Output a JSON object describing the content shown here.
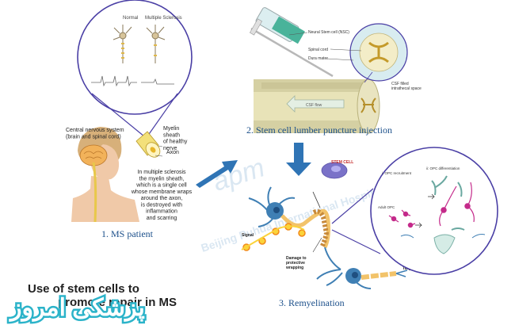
{
  "title": "Use of stem cells to promote repair in MS",
  "panel1": {
    "circle": {
      "normal_label": "Normal",
      "ms_label": "Multiple Sclerosis"
    },
    "cns_label": "Central nervous system\n(brain and spinal cord)",
    "myelin_label": "Myelin\nsheath\nof healthy\nnerve",
    "axon_label": "Axon",
    "description": "In multiple sclerosis\nthe myelin sheath,\nwhich is a single cell\nwhose membrane wraps\naround the axon,\nis destroyed with\ninflammation\nand scarring",
    "caption": "1. MS patient"
  },
  "panel2": {
    "nsc_label": "Neural Stem cell (NSC)",
    "spinal_cord_label": "Spinal cord",
    "dura_label": "Dura mater",
    "csf_label": "CSF filled\nintrathecal space",
    "csf_flow_label": "CSF flow",
    "caption": "2. Stem cell lumber puncture injection"
  },
  "panel3": {
    "stem_cell_label": "STEM CELL",
    "signal_label": "Signal",
    "damage_label": "Damage to\nprotective\nwrapping",
    "target_label": "Target",
    "opc_recruitment_label": "i: OPC recruitment",
    "opc_differentiation_label": "ii: OPC differentiation",
    "adult_opc_label": "Adult OPC",
    "caption": "3. Remyelination"
  },
  "watermark": {
    "logo": "apm",
    "text": "Beijing Puhua International Hospital"
  },
  "logo_text": "پزشکی امروز",
  "colors": {
    "caption": "#1b4f8a",
    "arrow": "#2f74b5",
    "title": "#222222",
    "nerve": "#e8c84a",
    "neuron_blue": "#3f7fb4",
    "signal": "#f2a51a",
    "magenta": "#c42a8a",
    "stem_cell": "#7a72c8"
  }
}
